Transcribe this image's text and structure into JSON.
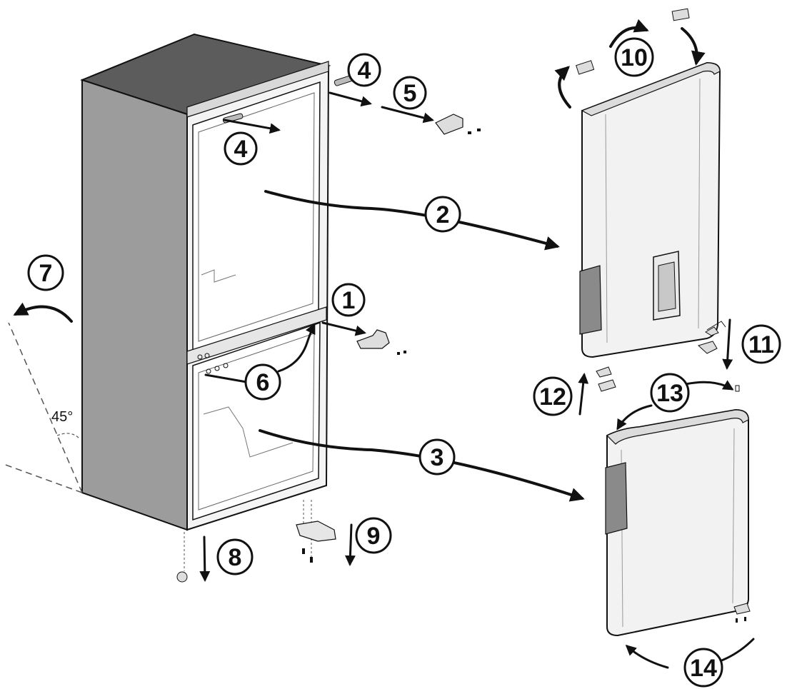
{
  "steps": {
    "s1": "1",
    "s2": "2",
    "s3": "3",
    "s4a": "4",
    "s4b": "4",
    "s5": "5",
    "s6": "6",
    "s7": "7",
    "s8": "8",
    "s9": "9",
    "s10": "10",
    "s11": "11",
    "s12": "12",
    "s13": "13",
    "s14": "14"
  },
  "angle_label": "45°",
  "colors": {
    "line": "#111111",
    "cabinet_side": "#9a9a9a",
    "cabinet_top": "#5c5c5c",
    "door_fill": "#f2f2f2",
    "handle": "#8a8a8a"
  }
}
